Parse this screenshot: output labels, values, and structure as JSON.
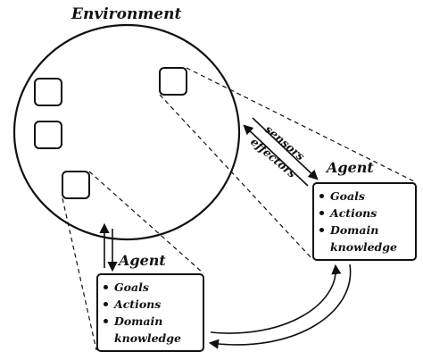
{
  "environment": {
    "title": "Environment"
  },
  "agents": [
    {
      "title": "Agent",
      "items": [
        "Goals",
        "Actions"
      ],
      "domain_item": [
        "Domain",
        "knowledge"
      ]
    },
    {
      "title": "Agent",
      "items": [
        "Goals",
        "Actions"
      ],
      "domain_item": [
        "Domain",
        "knowledge"
      ]
    }
  ],
  "links": {
    "sensors_label": "sensors",
    "effectors_label": "effectors"
  },
  "style": {
    "ink_color": "#111111",
    "background_color": "#ffffff"
  }
}
